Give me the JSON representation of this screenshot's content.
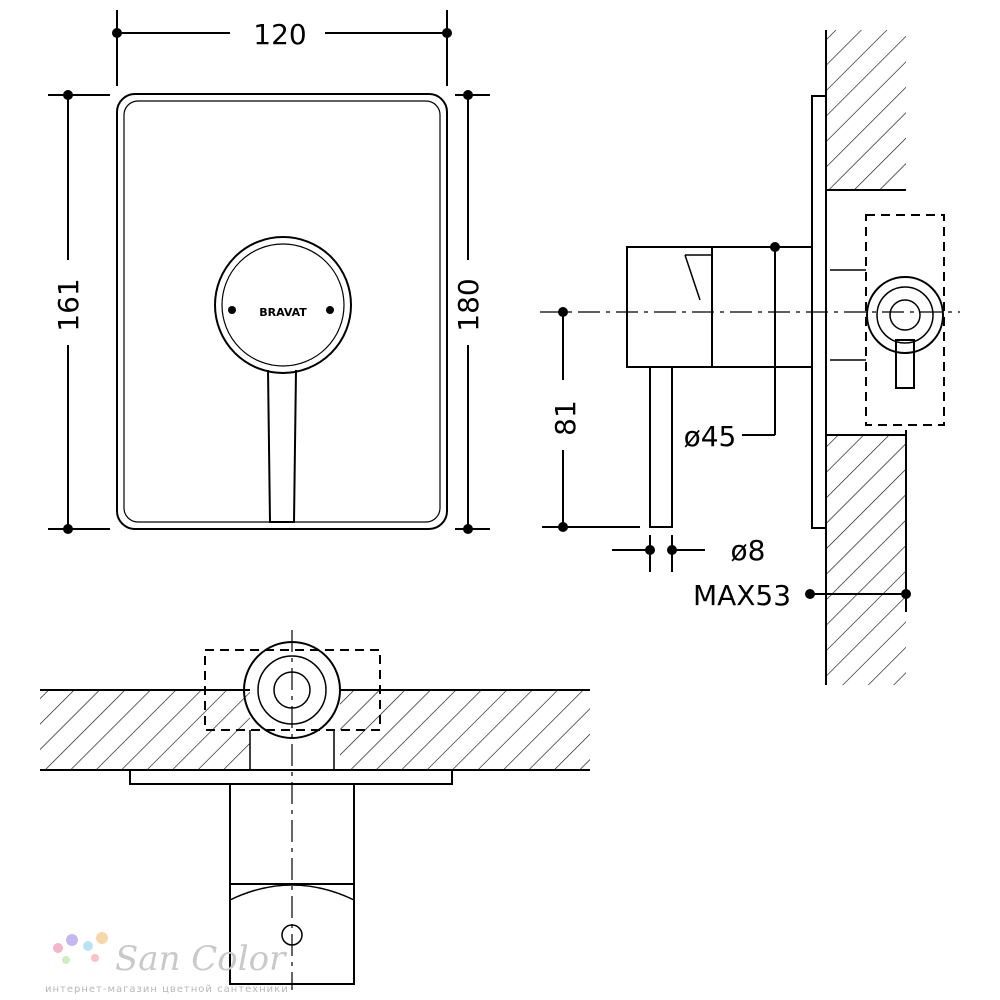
{
  "dimensions": {
    "width": "120",
    "plate_height": "161",
    "total_height": "180",
    "handle_offset": "81",
    "body_diameter": "ø45",
    "lever_diameter": "ø8",
    "max_depth": "MAX53"
  },
  "plate": {
    "brand_label": "BRAVAT"
  },
  "watermark": {
    "name": "San Color",
    "tagline": "интернет-магазин цветной сантехники"
  }
}
